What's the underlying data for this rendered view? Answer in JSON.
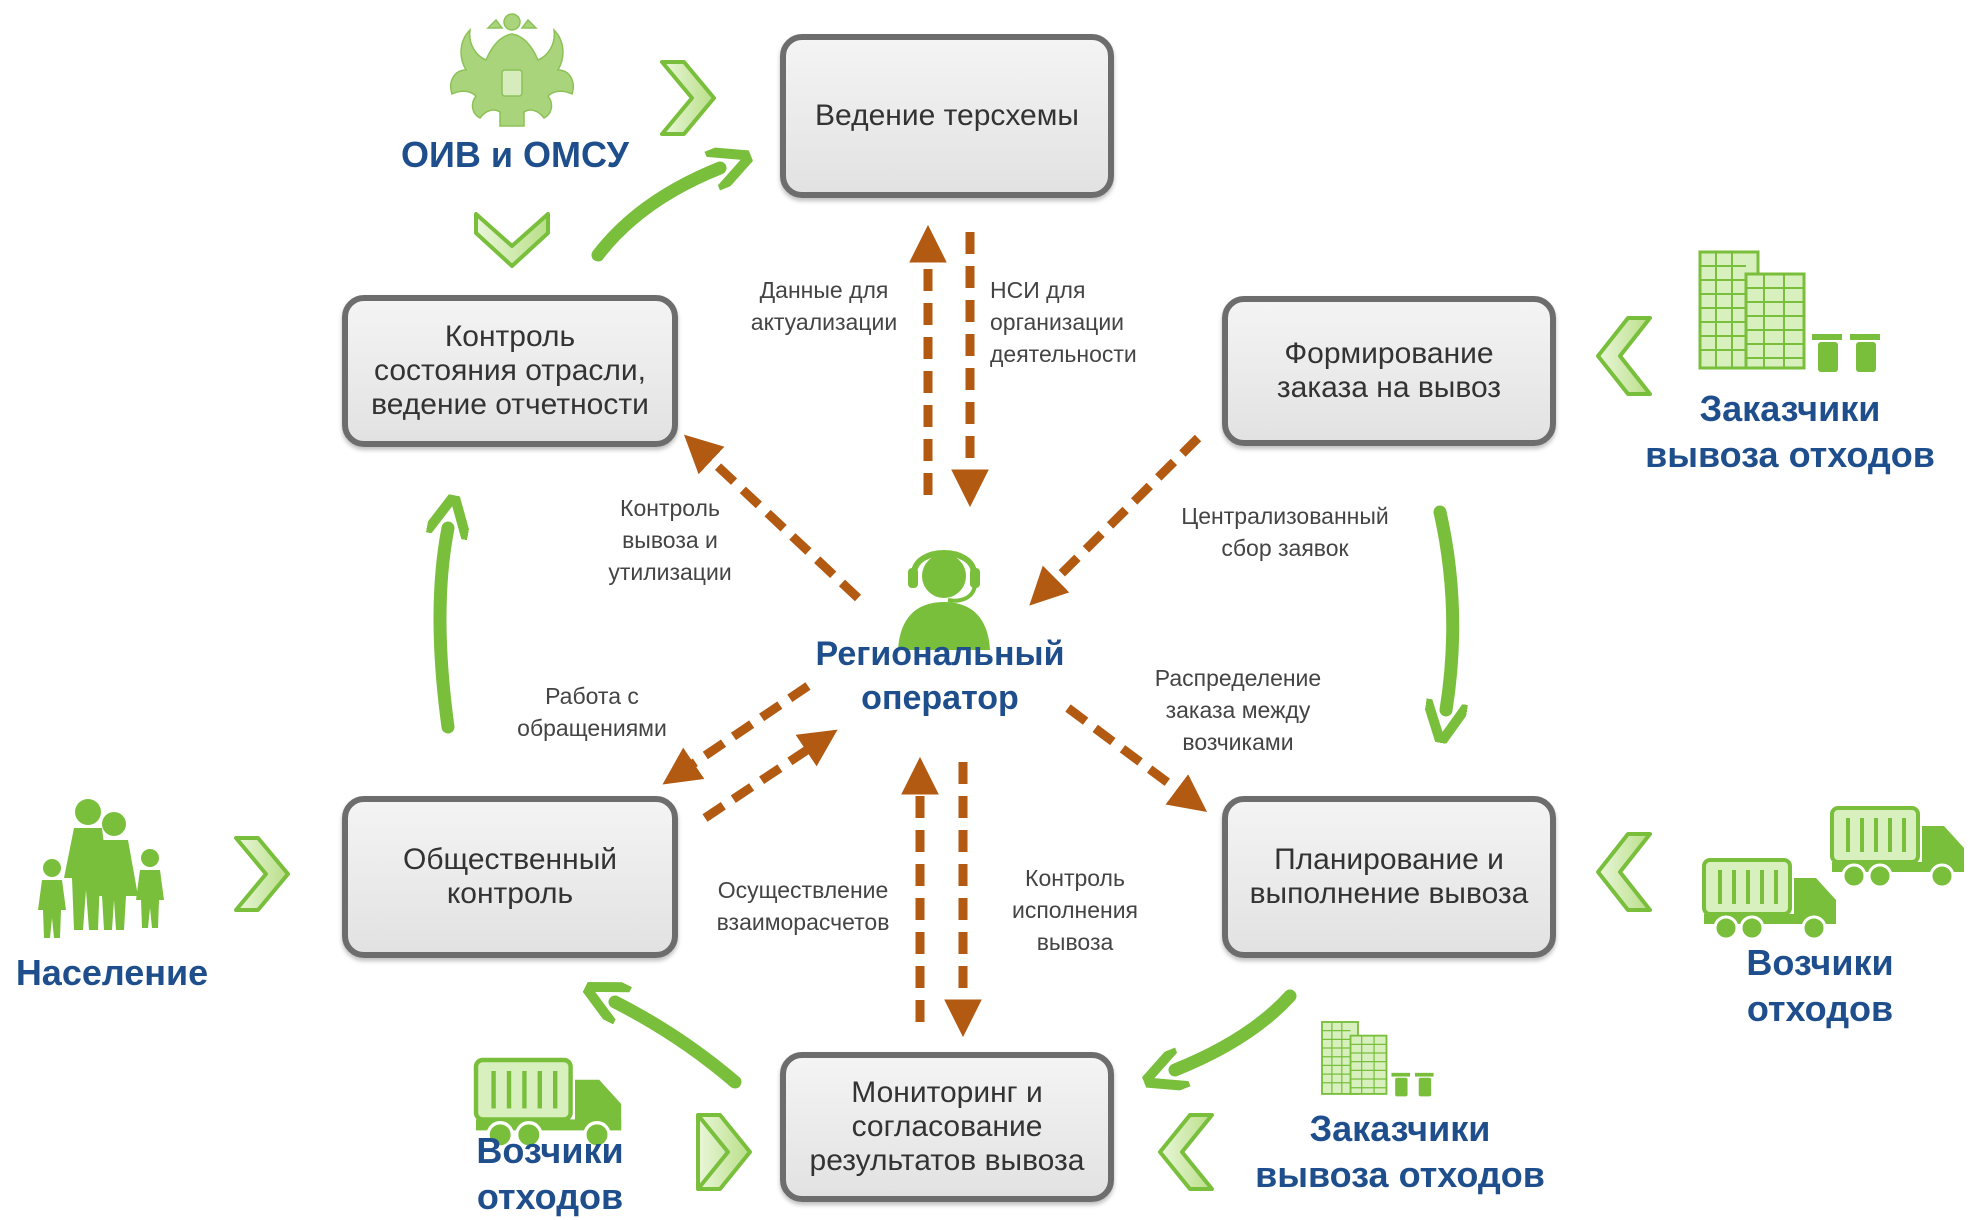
{
  "colors": {
    "green": "#79bf3c",
    "light_green": "#c6e59e",
    "brown": "#b35a12",
    "blue": "#1f4e8c",
    "box_border": "#6d6d6d"
  },
  "boxes": {
    "terscheme": "Ведение терсхемы",
    "control_industry": "Контроль\nсостояния отрасли,\nведение отчетности",
    "order_formation": "Формирование\nзаказа на вывоз",
    "public_control": "Общественный\nконтроль",
    "planning": "Планирование и\nвыполнение вывоза",
    "monitoring": "Мониторинг и\nсогласование\nрезультатов вывоза"
  },
  "center": {
    "label": "Региональный\nоператор",
    "icon": "operator-headset-icon"
  },
  "edge_labels": {
    "data_update": "Данные для\nактуализации",
    "nsi": "НСИ для\nорганизации\nдеятельности",
    "control_removal": "Контроль\nвывоза и\nутилизации",
    "centralized": "Централизованный\nсбор заявок",
    "appeals": "Работа с\nобращениями",
    "distribution": "Распределение\nзаказа между\nвозчиками",
    "settlements": "Осуществление\nвзаиморасчетов",
    "control_execution": "Контроль\nисполнения\nвывоза"
  },
  "actors": {
    "oiv": "ОИВ и ОМСУ",
    "customers_right": "Заказчики\nвывоза отходов",
    "population": "Население",
    "carriers_right": "Возчики\nотходов",
    "carriers_bottom": "Возчики\nотходов",
    "customers_bottom": "Заказчики\nвывоза отходов"
  },
  "icons": {
    "oiv": "coat-of-arms-icon",
    "customers": "buildings-bins-icon",
    "population": "family-icon",
    "carriers": "garbage-truck-icon"
  }
}
